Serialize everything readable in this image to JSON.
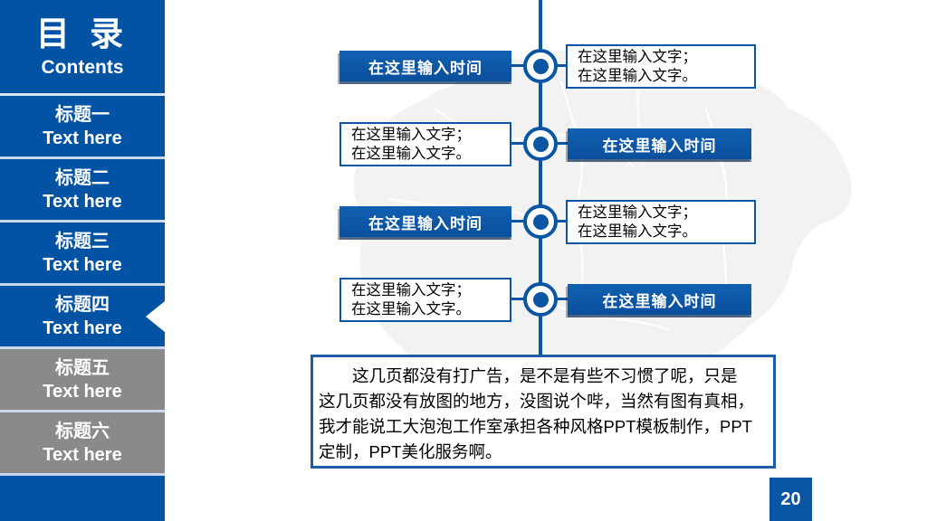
{
  "sidebar": {
    "title": "目 录",
    "subtitle": "Contents",
    "items": [
      {
        "title": "标题一",
        "subtitle": "Text here",
        "state": "normal"
      },
      {
        "title": "标题二",
        "subtitle": "Text here",
        "state": "normal"
      },
      {
        "title": "标题三",
        "subtitle": "Text here",
        "state": "normal"
      },
      {
        "title": "标题四",
        "subtitle": "Text here",
        "state": "active"
      },
      {
        "title": "标题五",
        "subtitle": "Text here",
        "state": "inactive"
      },
      {
        "title": "标题六",
        "subtitle": "Text here",
        "state": "inactive"
      }
    ]
  },
  "timeline": {
    "rows": [
      {
        "time_label": "在这里输入时间",
        "time_side": "left",
        "text_lines": [
          "在这里输入文字；",
          "在这里输入文字。"
        ]
      },
      {
        "time_label": "在这里输入时间",
        "time_side": "right",
        "text_lines": [
          "在这里输入文字；",
          "在这里输入文字。"
        ]
      },
      {
        "time_label": "在这里输入时间",
        "time_side": "left",
        "text_lines": [
          "在这里输入文字；",
          "在这里输入文字。"
        ]
      },
      {
        "time_label": "在这里输入时间",
        "time_side": "right",
        "text_lines": [
          "在这里输入文字；",
          "在这里输入文字。"
        ]
      }
    ]
  },
  "note": {
    "lines": [
      "这几页都没有打广告，是不是有些不习惯了呢，只是",
      "这几页都没有放图的地方，没图说个哔，当然有图有真相，",
      "我才能说工大泡泡工作室承担各种风格PPT模板制作，PPT",
      "定制，PPT美化服务啊。"
    ]
  },
  "page": {
    "number": "20"
  },
  "colors": {
    "primary_blue": "#0353A5",
    "element_blue": "#0B55A5",
    "inactive_gray": "#8A8A8A",
    "note_border": "#1D5CA7",
    "map_fill": "#F2F2F3"
  }
}
